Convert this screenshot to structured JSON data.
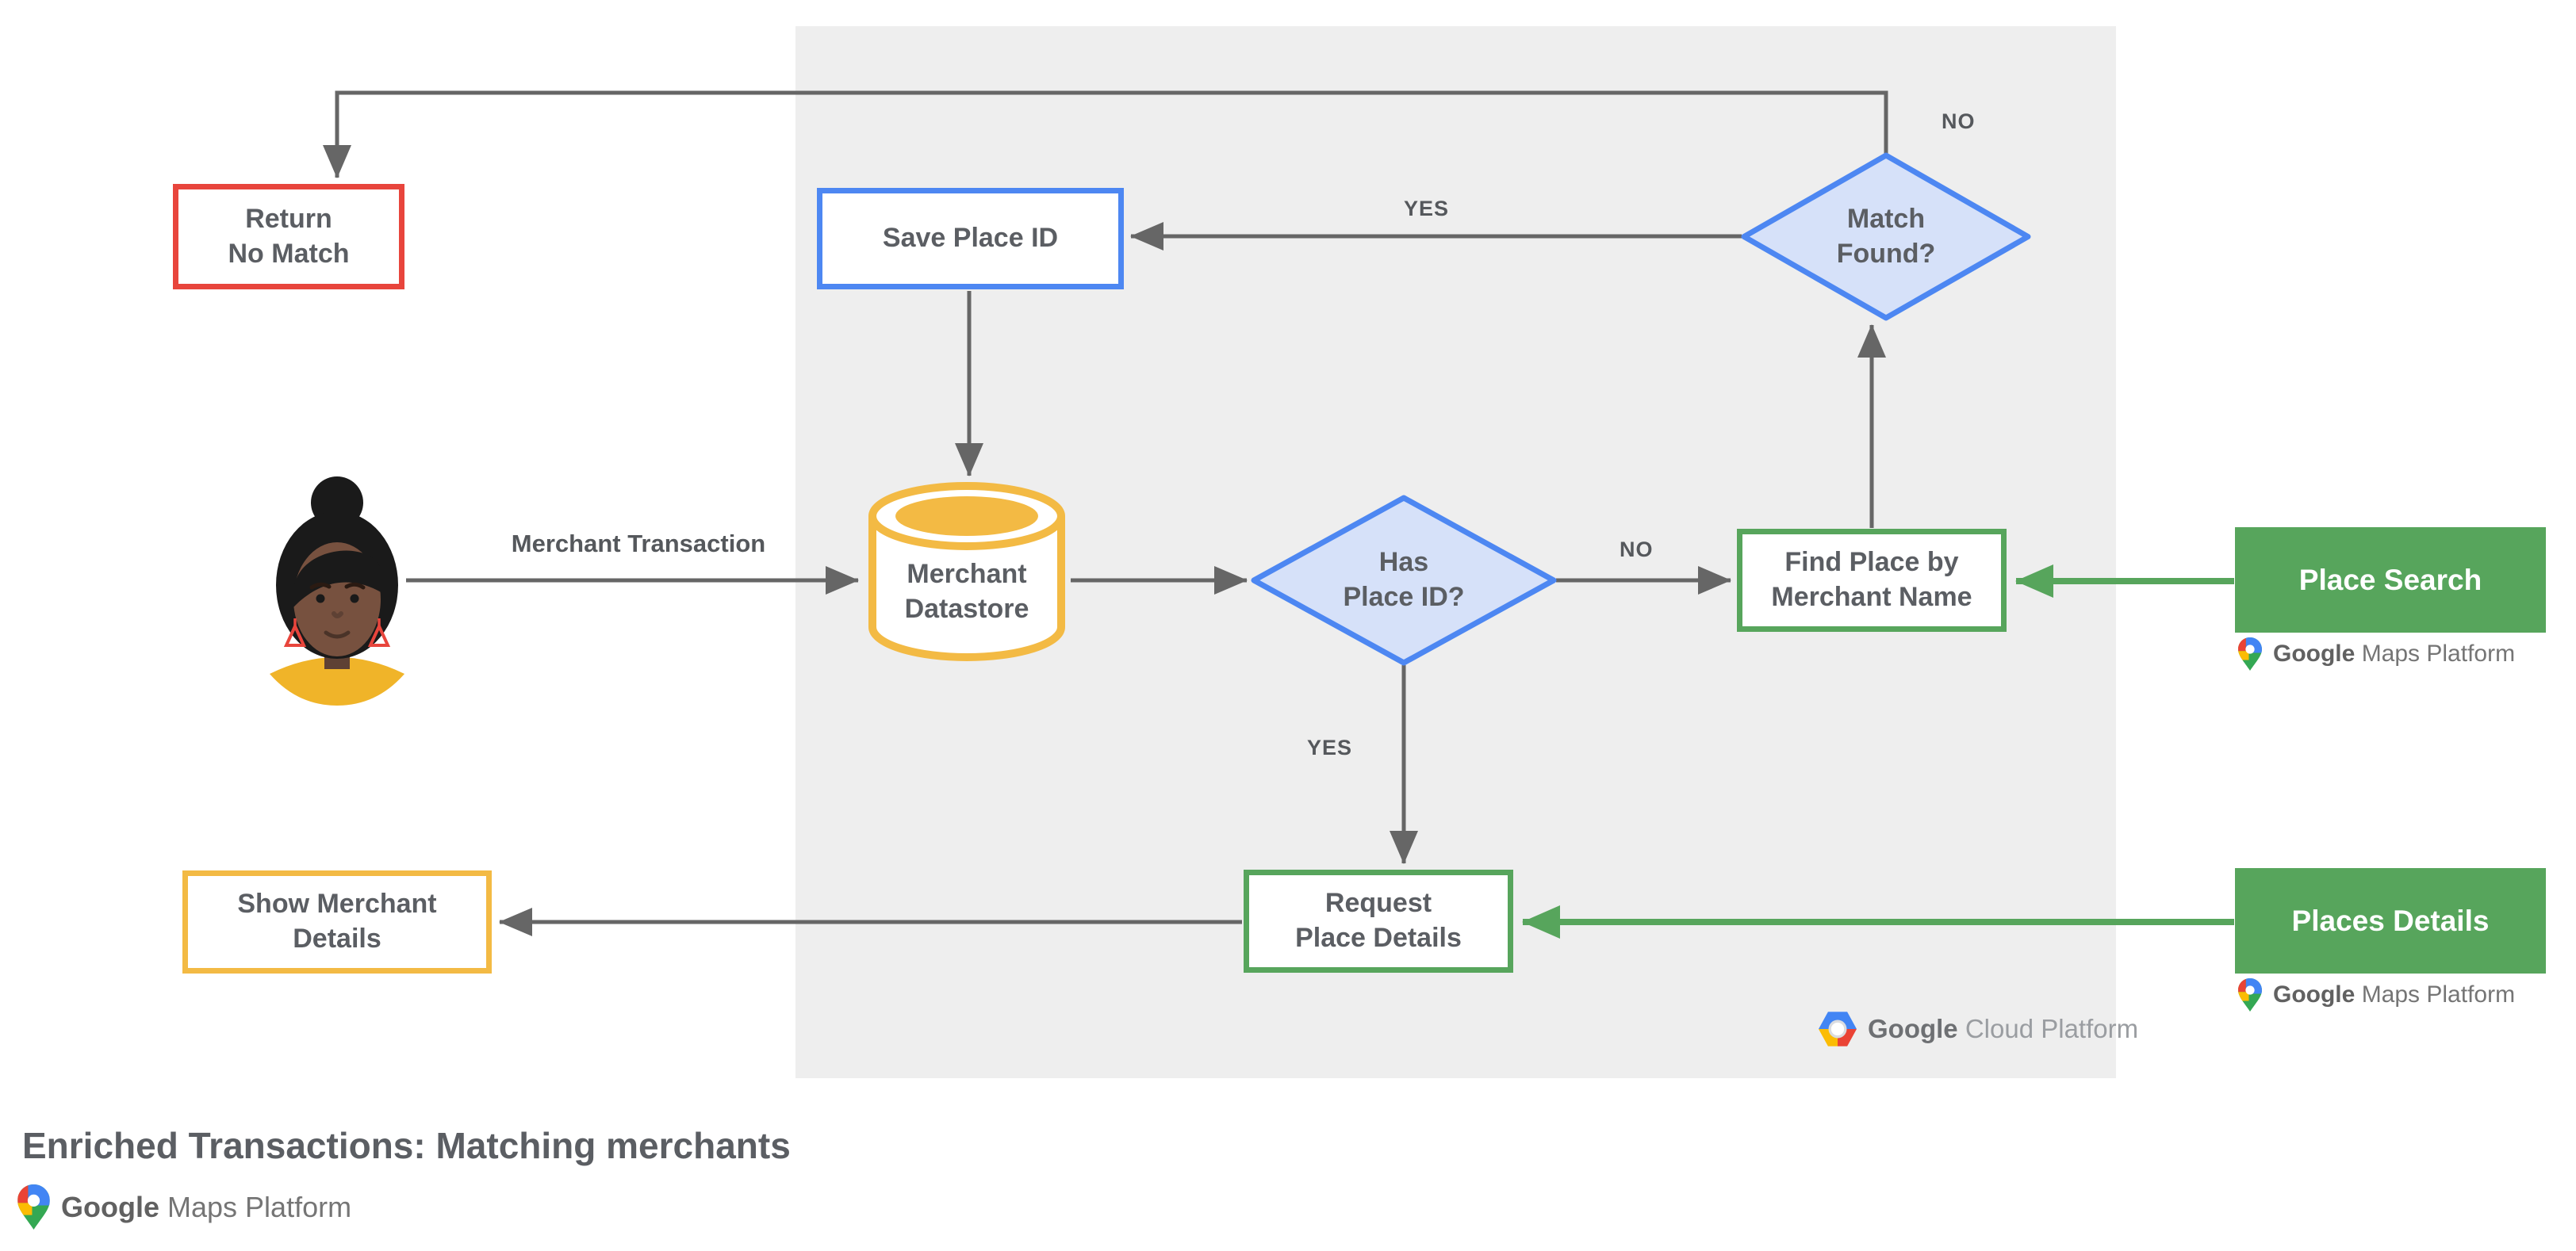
{
  "diagram": {
    "title": "Enriched Transactions: Matching merchants"
  },
  "nodes": {
    "return_no_match": "Return\nNo Match",
    "save_place_id": "Save Place ID",
    "match_found": "Match\nFound?",
    "merchant_datastore": "Merchant\nDatastore",
    "has_place_id": "Has\nPlace ID?",
    "find_place_by_merchant_name": "Find Place by\nMerchant Name",
    "place_search": "Place Search",
    "request_place_details": "Request\nPlace Details",
    "places_details": "Places Details",
    "show_merchant_details": "Show Merchant\nDetails"
  },
  "edge_labels": {
    "merchant_transaction": "Merchant Transaction",
    "match_found_no": "NO",
    "match_found_yes": "YES",
    "has_place_id_no": "NO",
    "has_place_id_yes": "YES"
  },
  "logos": {
    "google_cloud_platform": {
      "google": "Google",
      "product": "Cloud Platform"
    },
    "google_maps_platform": {
      "google": "Google",
      "product": "Maps Platform"
    }
  },
  "colors": {
    "red": "#E8453C",
    "blue_border": "#4D87F2",
    "blue_fill": "#D6E1F9",
    "yellow": "#F3BA44",
    "green": "#57A55C",
    "line_gray": "#666666",
    "text_gray": "#5B5E63",
    "panel_gray": "#EEEEEE"
  }
}
